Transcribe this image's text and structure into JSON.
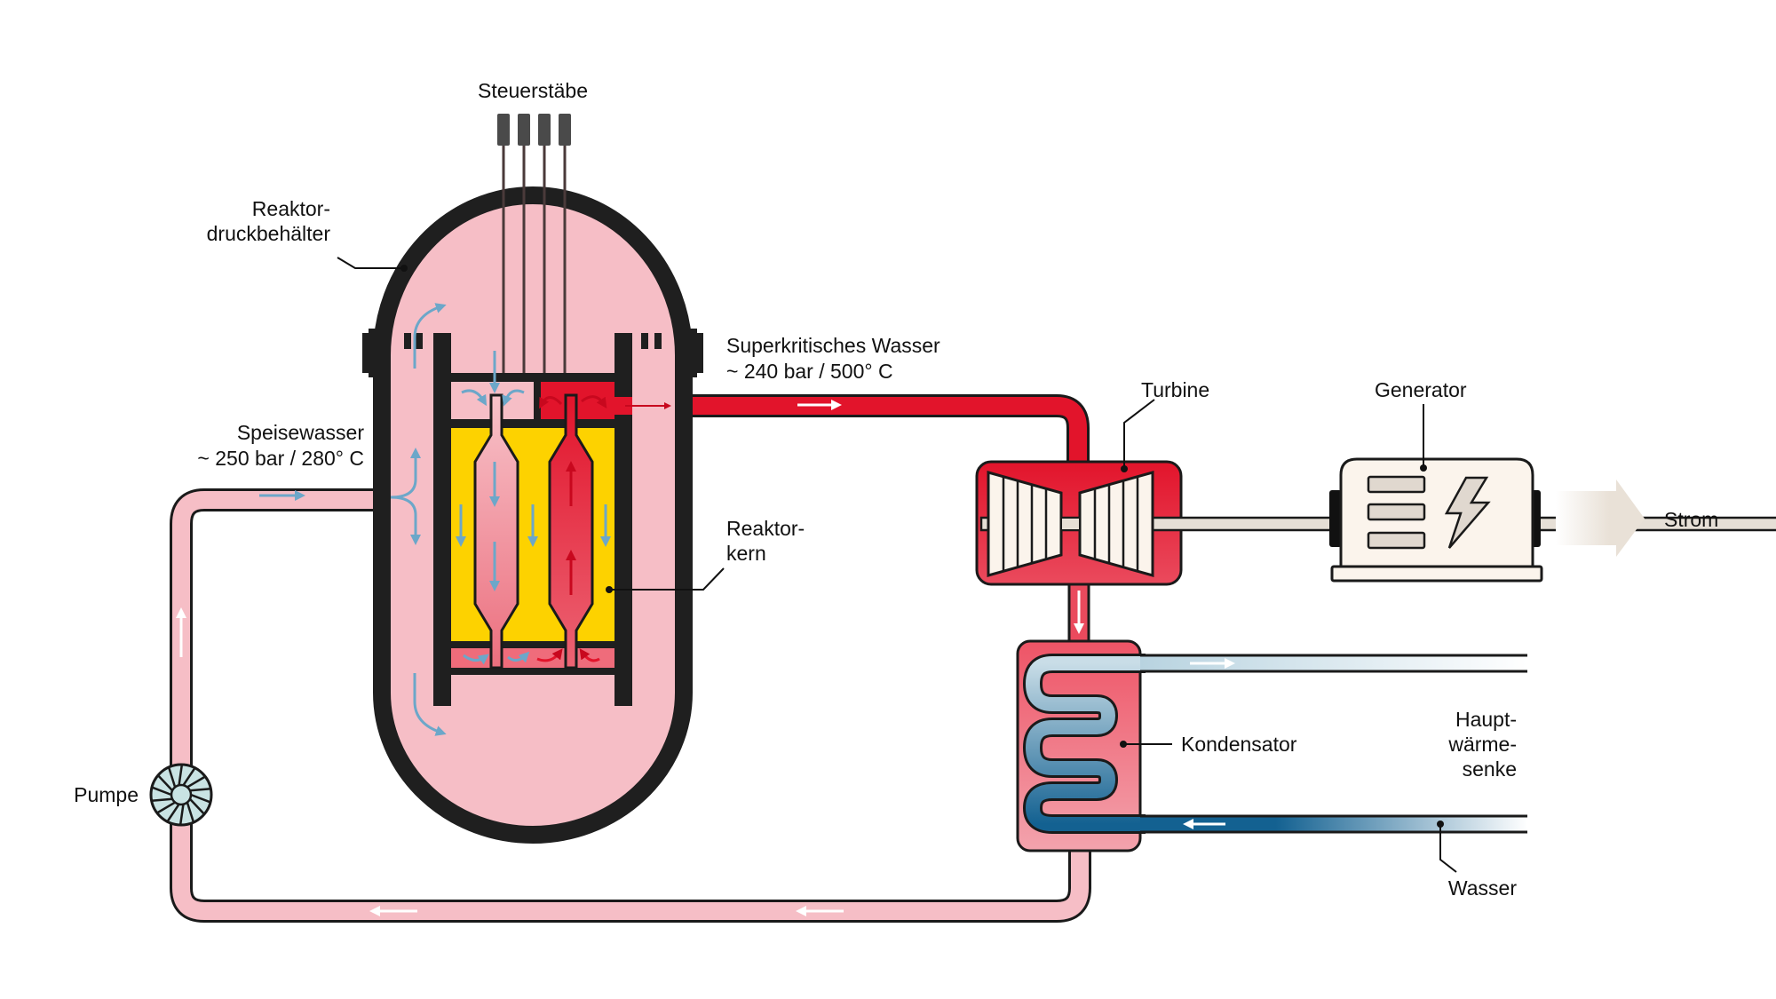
{
  "title": "Superkritischer Leichtwasserreaktor – Schema",
  "colors": {
    "vessel_wall": "#1f1f1f",
    "coolant_pink": "#f5bcc4",
    "hot_red": "#e2142b",
    "core_yellow": "#fdd200",
    "cool_blue_arrow": "#6ca7c9",
    "condenser_blue_dark": "#136191",
    "condenser_blue_light": "#d6e6ee",
    "generator_cream": "#fbf4ec",
    "generator_slot": "#e0d8cf",
    "pump_teal": "#c9e3e3",
    "strom_arrow": "#e9e1d7"
  },
  "labels": {
    "control_rods": "Steuerstäbe",
    "pressure_vessel_line1": "Reaktor-",
    "pressure_vessel_line2": "druckbehälter",
    "supercritical_line1": "Superkritisches Wasser",
    "supercritical_line2": "~ 240 bar / 500° C",
    "feedwater_line1": "Speisewasser",
    "feedwater_line2": "~ 250 bar / 280° C",
    "core_line1": "Reaktor-",
    "core_line2": "kern",
    "turbine": "Turbine",
    "generator": "Generator",
    "power": "Strom",
    "condenser": "Kondensator",
    "heat_sink_line1": "Haupt-",
    "heat_sink_line2": "wärme-",
    "heat_sink_line3": "senke",
    "water": "Wasser",
    "pump": "Pumpe"
  },
  "flows": {
    "steam_to_turbine": "Superkritisches Wasser",
    "feedwater_to_reactor": "Speisewasser",
    "cooling_water": "Wasser"
  }
}
